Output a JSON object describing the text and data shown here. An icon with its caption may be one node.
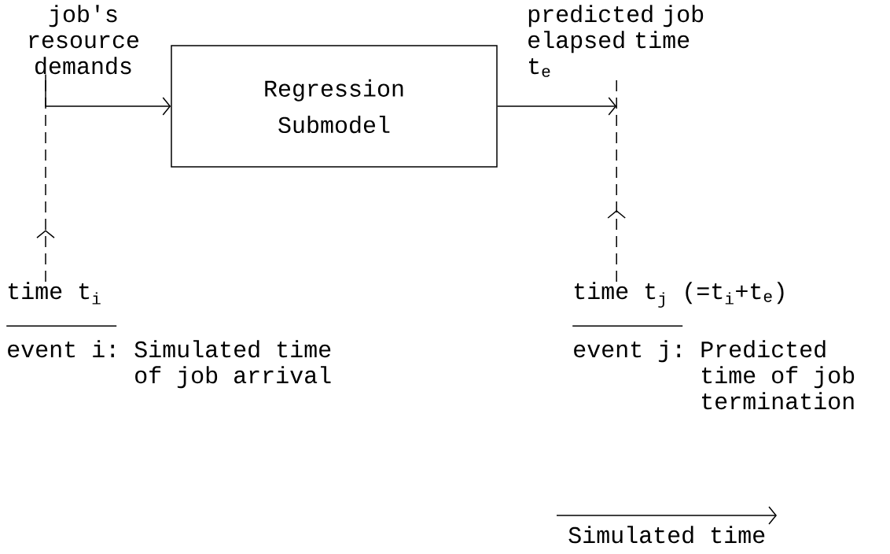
{
  "diagram": {
    "nodes": [
      {
        "text": [
          "job's resource demands"
        ]
      },
      {
        "text": [
          "Regression Submodel"
        ]
      },
      {
        "text": [
          "predicted job elapsed time t$_{e}$"
        ]
      },
      {
        "text": [
          "time t$_{i}$",
          "event i: Simulated time of job arrival"
        ]
      },
      {
        "text": [
          "time t$_{j}$ (=t$_{i}$+t$_{e}$)",
          "event j: Predicted time of job termination"
        ]
      }
    ],
    "edges": [
      {
        "from": 3,
        "to": 0,
        "arrow": "to",
        "style": "dashed"
      },
      {
        "from": 0,
        "to": 1,
        "arrow": "to"
      },
      {
        "from": 1,
        "to": 2,
        "arrow": "to"
      },
      {
        "from": 4,
        "to": 2,
        "arrow": "to",
        "style": "dashed"
      }
    ],
    "labels": [
      "Simulated time"
    ]
  }
}
